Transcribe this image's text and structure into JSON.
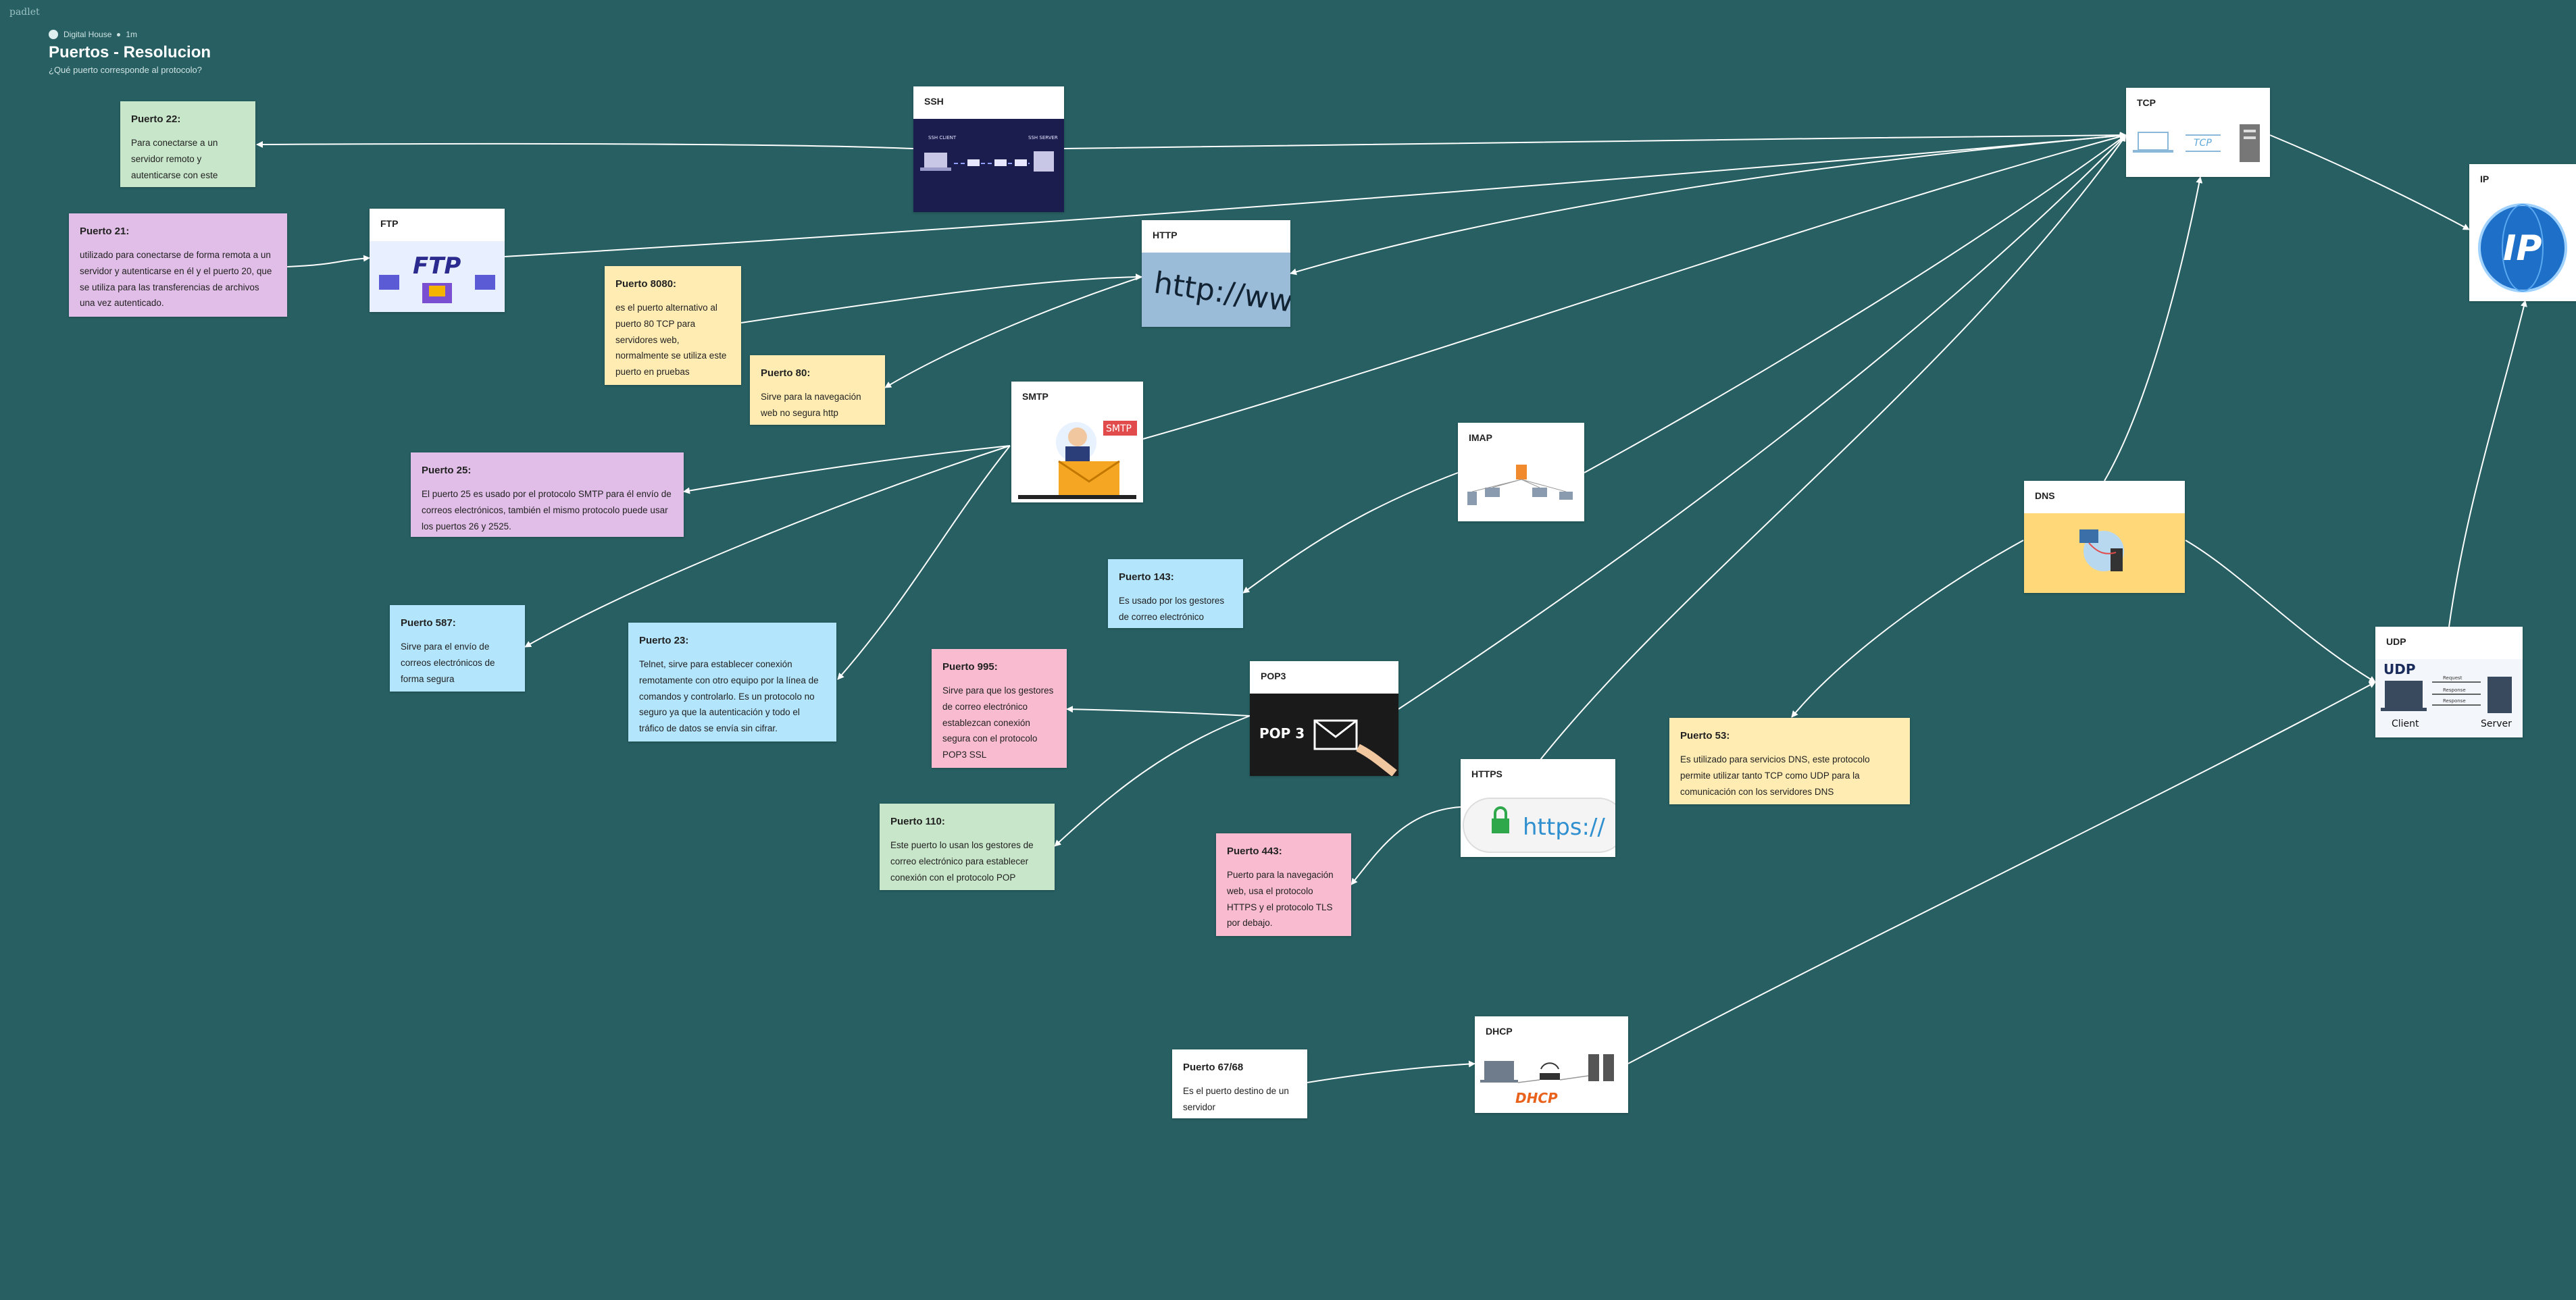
{
  "app": {
    "brand": "padlet"
  },
  "header": {
    "author": "Digital House",
    "time": "1m",
    "title": "Puertos - Resolucion",
    "subtitle": "¿Qué puerto corresponde al protocolo?"
  },
  "protocols": {
    "ssh": "SSH",
    "tcp": "TCP",
    "ip": "IP",
    "ftp": "FTP",
    "http": "HTTP",
    "smtp": "SMTP",
    "imap": "IMAP",
    "dns": "DNS",
    "udp": "UDP",
    "pop3": "POP3",
    "https": "HTTPS",
    "dhcp": "DHCP"
  },
  "image_text": {
    "ssh_client": "SSH CLIENT",
    "ssh_server": "SSH SERVER",
    "tcp": "TCP",
    "ip": "IP",
    "ftp": "FTP",
    "http": "http://www",
    "smtp": "SMTP",
    "pop3": "POP 3",
    "https": "https://",
    "udp": "UDP",
    "udp_client": "Client",
    "udp_server": "Server",
    "udp_request": "Request",
    "udp_response": "Response",
    "dhcp": "DHCP"
  },
  "notes": {
    "p22": {
      "title": "Puerto 22:",
      "body": "Para conectarse a un servidor remoto y autenticarse con este"
    },
    "p21": {
      "title": "Puerto 21:",
      "body": "utilizado para conectarse de forma remota a un servidor y autenticarse en él y el puerto 20, que se utiliza para las transferencias de archivos una vez autenticado."
    },
    "p8080": {
      "title": "Puerto 8080:",
      "body": "es el puerto alternativo al puerto 80 TCP para servidores web, normalmente se utiliza este puerto en pruebas"
    },
    "p80": {
      "title": "Puerto 80:",
      "body": "Sirve para la navegación web no segura http"
    },
    "p25": {
      "title": "Puerto 25:",
      "body": "El puerto 25 es usado por el protocolo SMTP para él envío de correos electrónicos, también el mismo protocolo puede usar los puertos 26 y 2525."
    },
    "p143": {
      "title": "Puerto 143:",
      "body": "Es usado por los gestores de correo electrónico"
    },
    "p587": {
      "title": "Puerto 587:",
      "body": "Sirve para el envío de correos electrónicos de forma segura"
    },
    "p23": {
      "title": "Puerto 23:",
      "body": "Telnet, sirve para establecer conexión remotamente con otro equipo por la línea de comandos y controlarlo. Es un protocolo no seguro ya que la autenticación y todo el tráfico de datos se envía sin cifrar."
    },
    "p995": {
      "title": "Puerto 995:",
      "body": "Sirve para que los gestores de correo electrónico establezcan conexión segura con el protocolo POP3 SSL"
    },
    "p53": {
      "title": "Puerto 53:",
      "body": "Es utilizado para servicios DNS, este protocolo permite utilizar tanto TCP como UDP para la comunicación con los servidores DNS"
    },
    "p110": {
      "title": "Puerto 110:",
      "body": "Este puerto lo usan los gestores de correo electrónico para establecer conexión con el protocolo POP"
    },
    "p443": {
      "title": "Puerto 443:",
      "body": "Puerto para la navegación web, usa el protocolo HTTPS y el protocolo TLS por debajo."
    },
    "p6768": {
      "title": "Puerto 67/68",
      "body": "Es el puerto destino de un servidor"
    }
  },
  "colors": {
    "background": "#275f62",
    "green_note": "#c8e6c9",
    "purple_note": "#e1bee7",
    "yellow_note": "#ffecb3",
    "blue_note": "#b3e5fc",
    "pink_note": "#f8bbd0"
  }
}
